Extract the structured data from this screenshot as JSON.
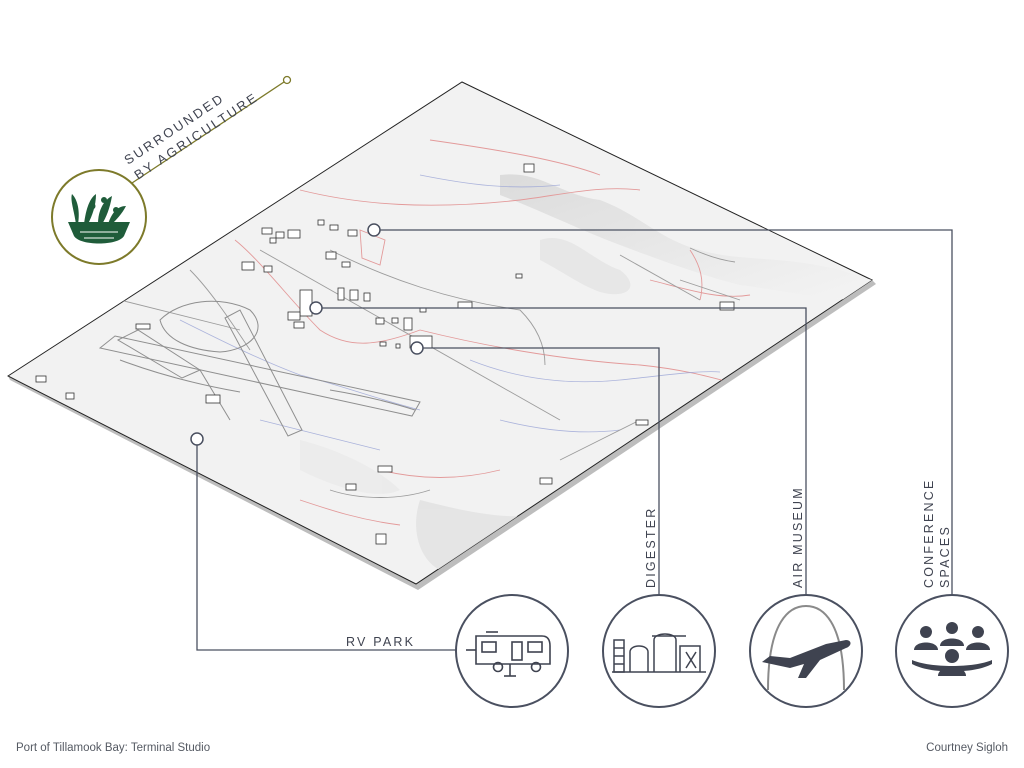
{
  "callouts": {
    "agriculture": {
      "line1": "SURROUNDED",
      "line2": "BY AGRICULTURE",
      "icon": "plants-in-basket-icon"
    },
    "rv_park": {
      "label": "RV PARK",
      "icon": "camper-trailer-icon"
    },
    "digester": {
      "label": "DIGESTER",
      "icon": "digester-plant-icon"
    },
    "air_museum": {
      "label": "AIR MUSEUM",
      "icon": "airplane-hangar-icon"
    },
    "conference": {
      "line1": "CONFERENCE",
      "line2": "SPACES",
      "icon": "meeting-people-icon"
    }
  },
  "footer": {
    "left": "Port of Tillamook Bay: Terminal Studio",
    "right": "Courtney Sigloh"
  },
  "colors": {
    "leader": "#4a5060",
    "agri_ring": "#7d7a2a",
    "agri_icon": "#1f5c3a",
    "road_red": "#e39a9a",
    "stream_blue": "#9aa4d6",
    "map_fill": "#f2f2f2"
  }
}
